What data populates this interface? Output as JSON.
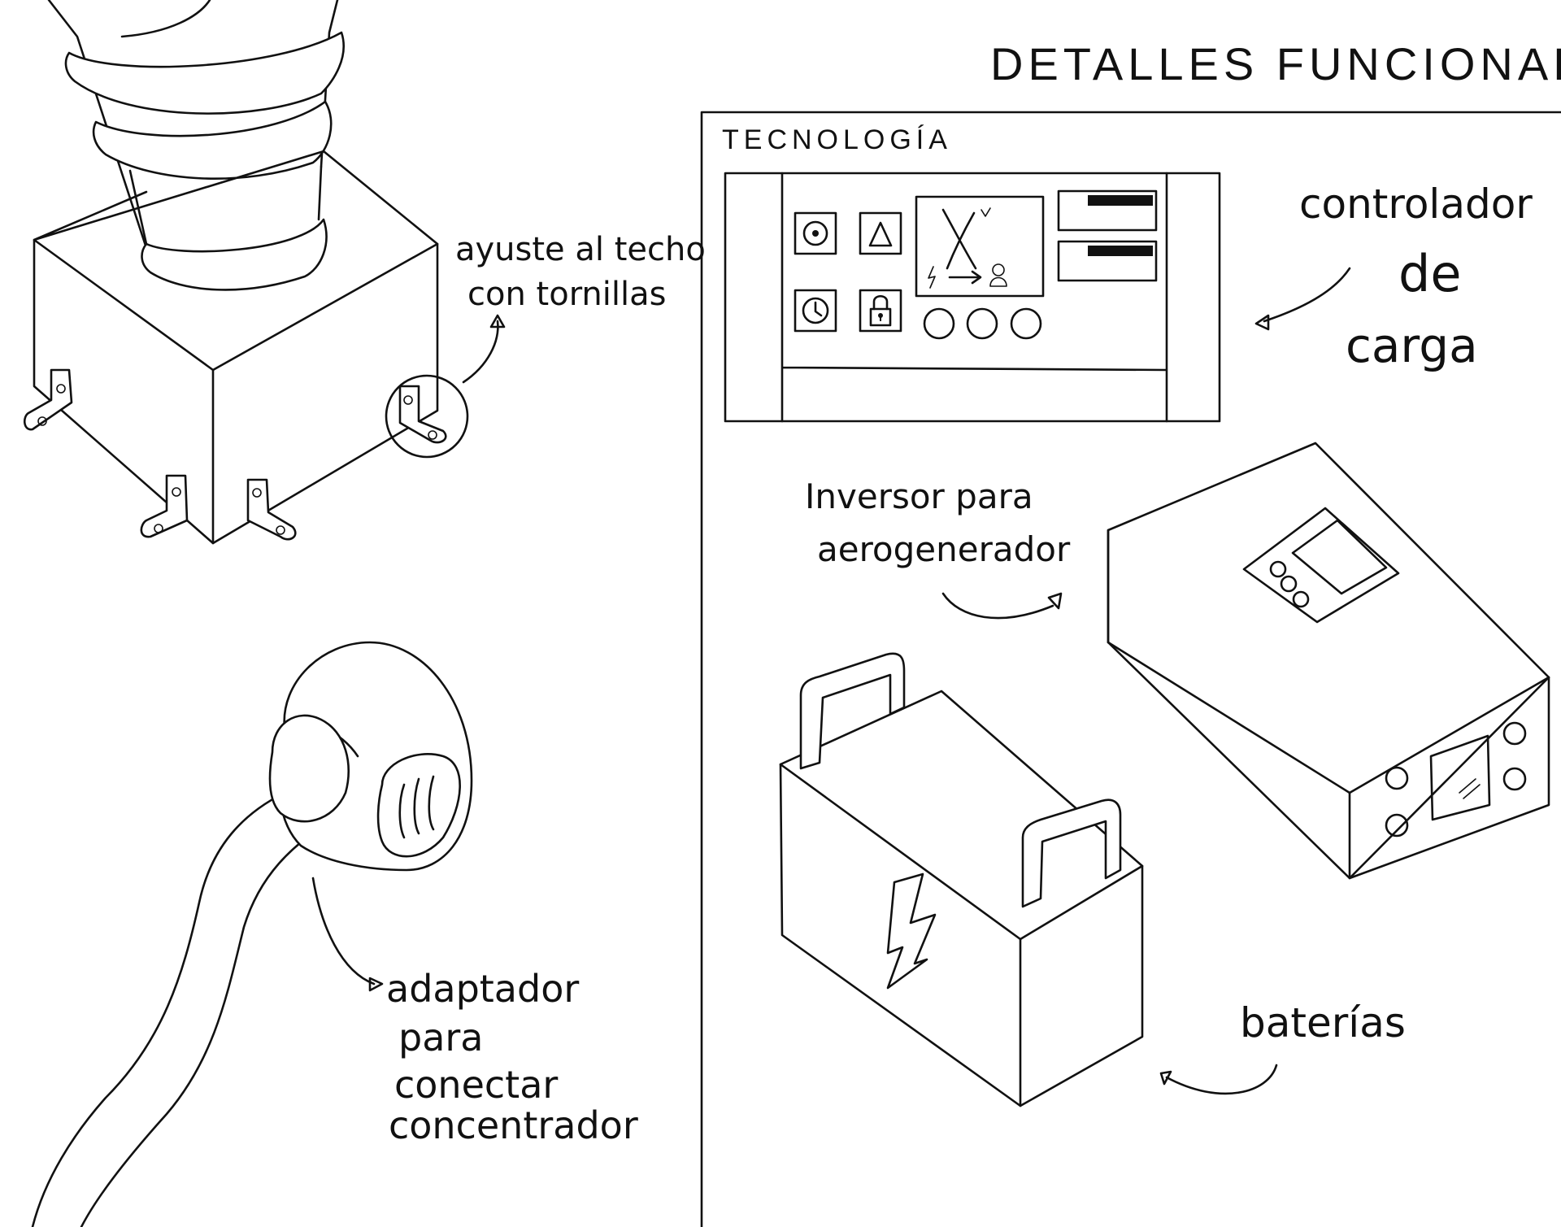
{
  "page": {
    "title": "DETALLES FUNCIONALES"
  },
  "panel": {
    "heading": "TECNOLOGÍA"
  },
  "labels": {
    "ceiling_mount": [
      "ayuste al techo",
      "con tornillas"
    ],
    "adapter": [
      "adaptador",
      "para",
      "conectar",
      "concentrador"
    ],
    "charge_controller": [
      "controlador",
      "de",
      "carga"
    ],
    "inverter": [
      "Inversor para",
      "aerogenerador"
    ],
    "batteries": "baterías"
  },
  "icons": {
    "controller_buttons": [
      "record-icon",
      "triangle-icon",
      "clock-icon",
      "lock-icon"
    ],
    "controller_screen": [
      "lightning-icon",
      "arrow-right-icon",
      "person-icon"
    ]
  },
  "colors": {
    "ink": "#111111",
    "paper": "#ffffff"
  }
}
